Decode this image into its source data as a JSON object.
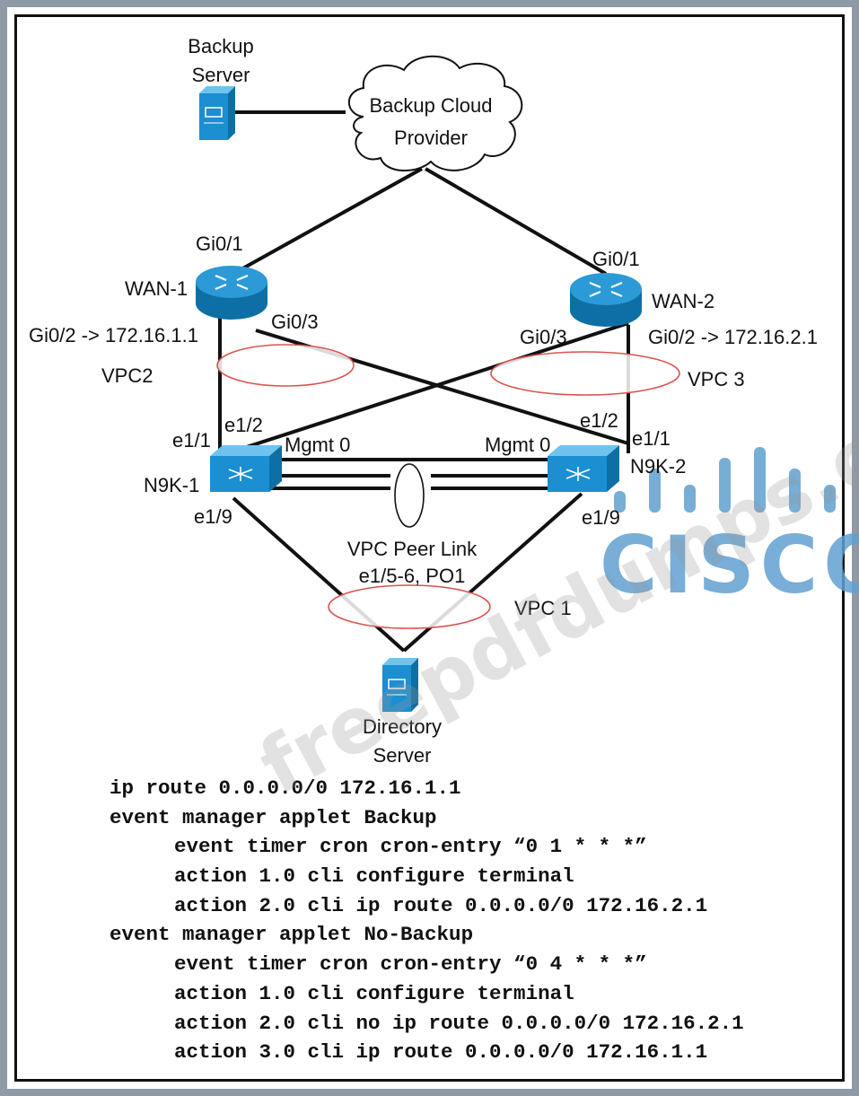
{
  "nodes": {
    "backup_server": "Backup\nServer",
    "cloud": "Backup Cloud\nProvider",
    "wan1": "WAN-1",
    "wan2": "WAN-2",
    "n9k1": "N9K-1",
    "n9k2": "N9K-2",
    "directory_server": "Directory\nServer"
  },
  "ports": {
    "wan1_gi01": "Gi0/1",
    "wan2_gi01": "Gi0/1",
    "wan1_gi02": "Gi0/2 -> 172.16.1.1",
    "wan1_gi03": "Gi0/3",
    "wan2_gi03": "Gi0/3",
    "wan2_gi02": "Gi0/2 -> 172.16.2.1",
    "n9k1_e11": "e1/1",
    "n9k1_e12": "e1/2",
    "n9k2_e12": "e1/2",
    "n9k2_e11": "e1/1",
    "n9k1_mgmt": "Mgmt 0",
    "n9k2_mgmt": "Mgmt 0",
    "n9k1_e19": "e1/9",
    "n9k2_e19": "e1/9"
  },
  "vpc": {
    "vpc2": "VPC2",
    "vpc3": "VPC 3",
    "peer_link": "VPC Peer Link\ne1/5-6, PO1",
    "vpc1": "VPC 1"
  },
  "config_lines": [
    "ip route 0.0.0.0/0 172.16.1.1",
    "event manager applet Backup",
    "event timer cron cron-entry “0 1 * * *”",
    "action 1.0 cli configure terminal",
    "action 2.0 cli ip route 0.0.0.0/0 172.16.2.1",
    "event manager applet No-Backup",
    "event timer cron cron-entry “0 4 * * *”",
    "action 1.0 cli configure terminal",
    "action 2.0 cli no ip route 0.0.0.0/0 172.16.2.1",
    "action 3.0 cli ip route 0.0.0.0/0 172.16.1.1"
  ],
  "watermark": "freepdfdumps.com",
  "logo_text": "CISCO",
  "colors": {
    "device": "#1b8fd1",
    "vpc_ellipse": "#d9534f",
    "logo": "#5fa0d0"
  }
}
